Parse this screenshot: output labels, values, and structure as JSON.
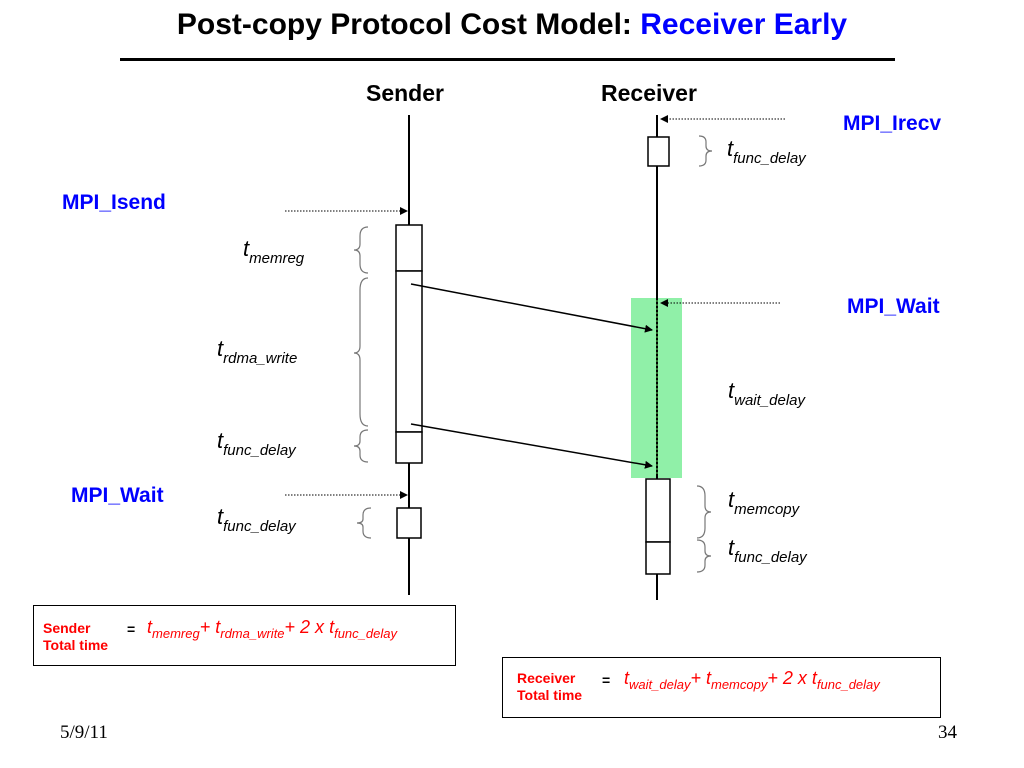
{
  "title": {
    "main": "Post-copy Protocol Cost Model: ",
    "highlight": "Receiver Early"
  },
  "columns": {
    "sender": "Sender",
    "receiver": "Receiver"
  },
  "calls": {
    "irecv": "MPI_Irecv",
    "isend": "MPI_Isend",
    "wait_receiver": "MPI_Wait",
    "wait_sender": "MPI_Wait"
  },
  "terms": {
    "t": "t",
    "func_delay": "func_delay",
    "memreg": "memreg",
    "rdma_write": "rdma_write",
    "wait_delay": "wait_delay",
    "memcopy": "memcopy"
  },
  "sender_total": {
    "label_line1": "Sender",
    "label_line2": "Total time",
    "equals": "=",
    "plus": "+ ",
    "two_x": "+ 2 x "
  },
  "receiver_total": {
    "label_line1": "Receiver",
    "label_line2": "Total time",
    "equals": "=",
    "plus": "+ ",
    "two_x": "+ 2 x "
  },
  "footer": {
    "date": "5/9/11",
    "page": "34"
  },
  "colors": {
    "highlight": "#0000ff",
    "formula": "#ff0000",
    "wait_region": "#90f0a8"
  }
}
